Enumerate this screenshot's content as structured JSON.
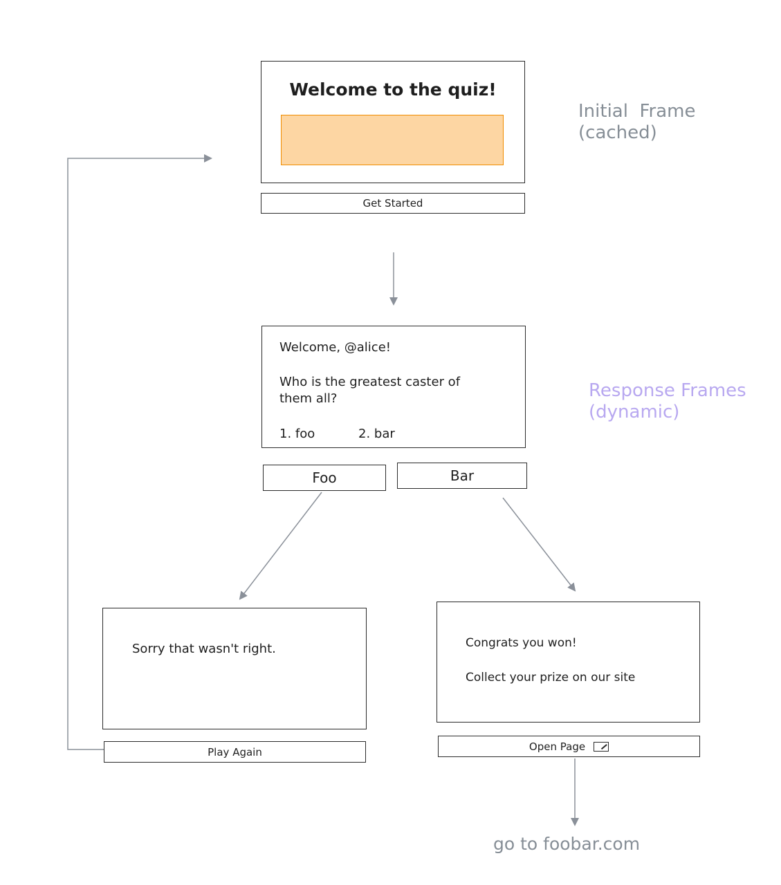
{
  "initial_frame": {
    "title": "Welcome to the quiz!",
    "button_label": "Get Started",
    "note_line1": "Initial  Frame",
    "note_line2": "(cached)",
    "image_color": "#fdd6a3"
  },
  "question_frame": {
    "greeting": "Welcome, @alice!",
    "question_line1": "Who is the greatest caster of",
    "question_line2": "them all?",
    "option1": "1. foo",
    "option2": "2. bar",
    "button_foo": "Foo",
    "button_bar": "Bar",
    "note_line1": "Response Frames",
    "note_line2": "(dynamic)",
    "note_color": "#b8a8f0"
  },
  "wrong_frame": {
    "message": "Sorry that wasn't right.",
    "button_label": "Play Again"
  },
  "win_frame": {
    "line1": "Congrats you won!",
    "line2": "Collect your prize on our site",
    "button_label": "Open Page",
    "button_icon": "external-link-icon"
  },
  "destination_label": "go to foobar.com",
  "colors": {
    "arrow": "#8a9099",
    "note_gray": "#868e96",
    "orange_border": "#f08c00"
  }
}
